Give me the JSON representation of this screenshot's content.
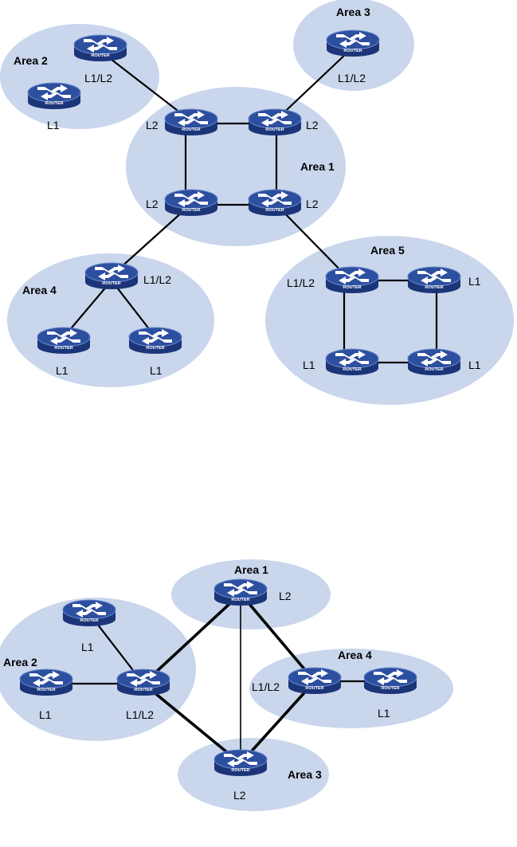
{
  "router_badge": "ROUTER",
  "diagram_top": {
    "areas": [
      {
        "id": "t-area1",
        "label": "Area 1"
      },
      {
        "id": "t-area2",
        "label": "Area 2"
      },
      {
        "id": "t-area3",
        "label": "Area 3"
      },
      {
        "id": "t-area4",
        "label": "Area 4"
      },
      {
        "id": "t-area5",
        "label": "Area 5"
      }
    ],
    "routers": [
      {
        "id": "t-a2-l1l2",
        "area": "Area 2",
        "label": "L1/L2"
      },
      {
        "id": "t-a2-l1",
        "area": "Area 2",
        "label": "L1"
      },
      {
        "id": "t-a3-l1l2",
        "area": "Area 3",
        "label": "L1/L2"
      },
      {
        "id": "t-a1-tl",
        "area": "Area 1",
        "label": "L2"
      },
      {
        "id": "t-a1-tr",
        "area": "Area 1",
        "label": "L2"
      },
      {
        "id": "t-a1-bl",
        "area": "Area 1",
        "label": "L2"
      },
      {
        "id": "t-a1-br",
        "area": "Area 1",
        "label": "L2"
      },
      {
        "id": "t-a4-l1l2",
        "area": "Area 4",
        "label": "L1/L2"
      },
      {
        "id": "t-a4-l1a",
        "area": "Area 4",
        "label": "L1"
      },
      {
        "id": "t-a4-l1b",
        "area": "Area 4",
        "label": "L1"
      },
      {
        "id": "t-a5-l1l2",
        "area": "Area 5",
        "label": "L1/L2"
      },
      {
        "id": "t-a5-tr",
        "area": "Area 5",
        "label": "L1"
      },
      {
        "id": "t-a5-bl",
        "area": "Area 5",
        "label": "L1"
      },
      {
        "id": "t-a5-br",
        "area": "Area 5",
        "label": "L1"
      }
    ]
  },
  "diagram_bottom": {
    "areas": [
      {
        "id": "b-area1",
        "label": "Area 1"
      },
      {
        "id": "b-area2",
        "label": "Area 2"
      },
      {
        "id": "b-area3",
        "label": "Area 3"
      },
      {
        "id": "b-area4",
        "label": "Area 4"
      }
    ],
    "routers": [
      {
        "id": "b-a1-l2",
        "area": "Area 1",
        "label": "L2"
      },
      {
        "id": "b-a2-l1top",
        "area": "Area 2",
        "label": "L1"
      },
      {
        "id": "b-a2-l1left",
        "area": "Area 2",
        "label": "L1"
      },
      {
        "id": "b-a2-l1l2",
        "area": "Area 2",
        "label": "L1/L2"
      },
      {
        "id": "b-a4-l1l2",
        "area": "Area 4",
        "label": "L1/L2"
      },
      {
        "id": "b-a4-l1",
        "area": "Area 4",
        "label": "L1"
      },
      {
        "id": "b-a3-l2",
        "area": "Area 3",
        "label": "L2"
      }
    ]
  }
}
